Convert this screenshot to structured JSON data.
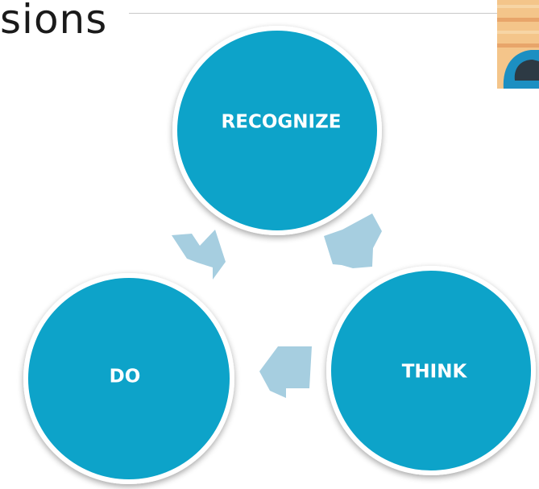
{
  "slide": {
    "title_fragment": "sions"
  },
  "cycle": {
    "nodes": [
      {
        "id": "recognize",
        "label": "RECOGNIZE"
      },
      {
        "id": "think",
        "label": "THINK"
      },
      {
        "id": "do",
        "label": "DO"
      }
    ],
    "colors": {
      "circle_fill": "#07A3C9",
      "circle_border": "#ffffff",
      "arrow_fill": "#A6CEE0"
    }
  }
}
